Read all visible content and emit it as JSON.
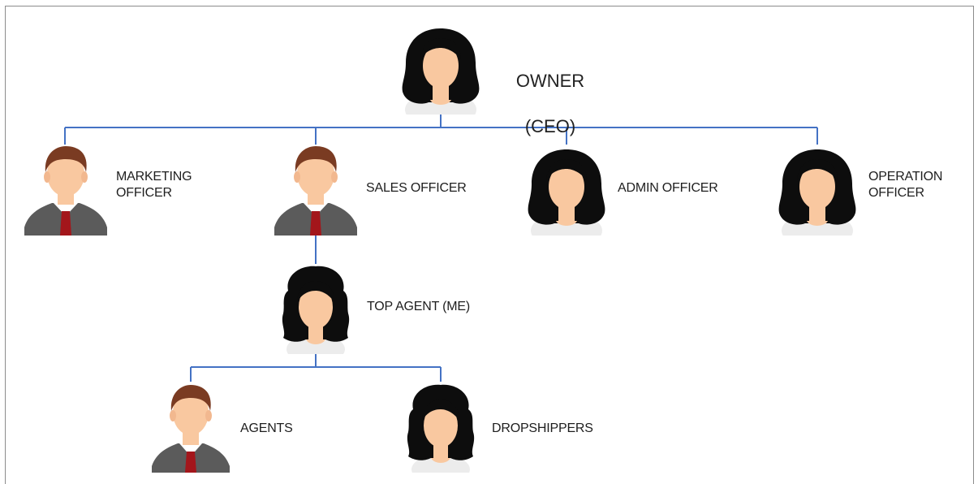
{
  "nodes": {
    "owner": {
      "line1": "OWNER",
      "line2": "(CEO)"
    },
    "marketing": {
      "label": "MARKETING\nOFFICER"
    },
    "sales": {
      "label": "SALES OFFICER"
    },
    "admin": {
      "label": "ADMIN OFFICER"
    },
    "operation": {
      "label": "OPERATION\nOFFICER"
    },
    "top_agent": {
      "label": "TOP AGENT (ME)"
    },
    "agents": {
      "label": "AGENTS"
    },
    "dropshippers": {
      "label": "DROPSHIPPERS"
    }
  },
  "colors": {
    "connector": "#4472c4",
    "skin": "#f9c8a0",
    "hair_female": "#0d0d0d",
    "hair_male": "#7a3b22",
    "suit": "#5b5b5b",
    "tie": "#a3161b"
  }
}
